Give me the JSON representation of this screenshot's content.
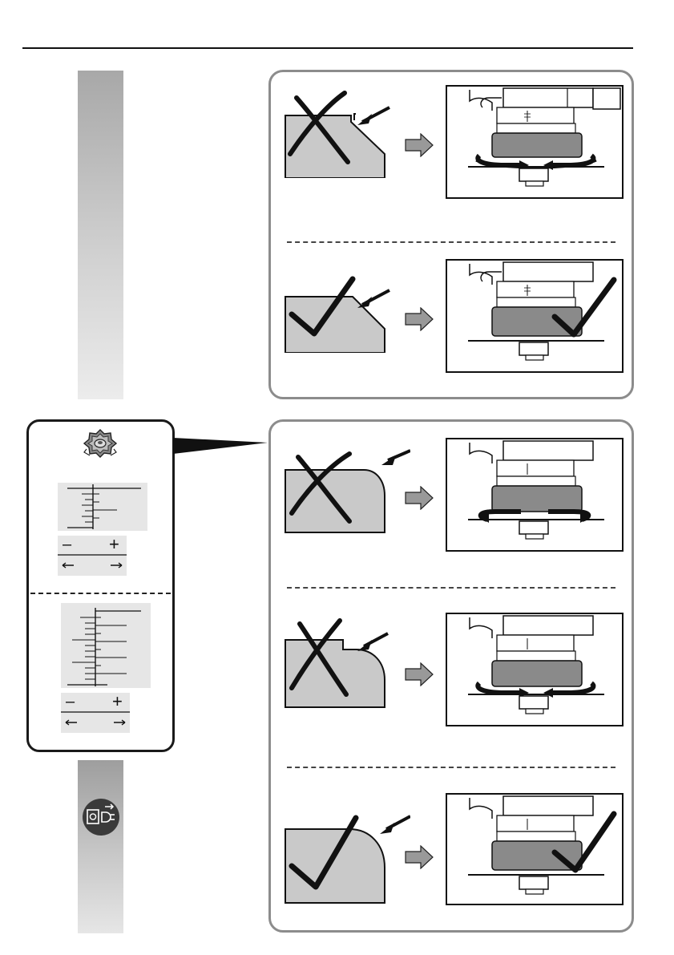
{
  "colors": {
    "panel_border": "#8c8c8c",
    "profile_fill": "#c9c9c9",
    "knob_fill": "#8a8a8a",
    "arrow_fill": "#999999",
    "ink": "#111111"
  },
  "sidebar": {
    "top_strip": {
      "shade": "gray-gradient"
    },
    "bottom_strip": {
      "icon": "unplug-power-icon"
    }
  },
  "legend": {
    "icon": "adjustment-knob-icon",
    "scales": [
      {
        "minus_label": "–",
        "plus_label": "+"
      },
      {
        "minus_label": "–",
        "plus_label": "+"
      }
    ]
  },
  "panels": [
    {
      "rows": [
        {
          "profile": "bevel-with-step",
          "mark": "wrong",
          "adjust": "rotate-both-directions"
        },
        {
          "profile": "bevel-clean",
          "mark": "correct",
          "adjust": "none"
        }
      ]
    },
    {
      "rows": [
        {
          "profile": "round-cut-shallow",
          "mark": "wrong",
          "adjust": "rotate-outward"
        },
        {
          "profile": "round-with-step",
          "mark": "wrong",
          "adjust": "rotate-inward"
        },
        {
          "profile": "round-clean",
          "mark": "correct",
          "adjust": "none"
        }
      ]
    }
  ]
}
